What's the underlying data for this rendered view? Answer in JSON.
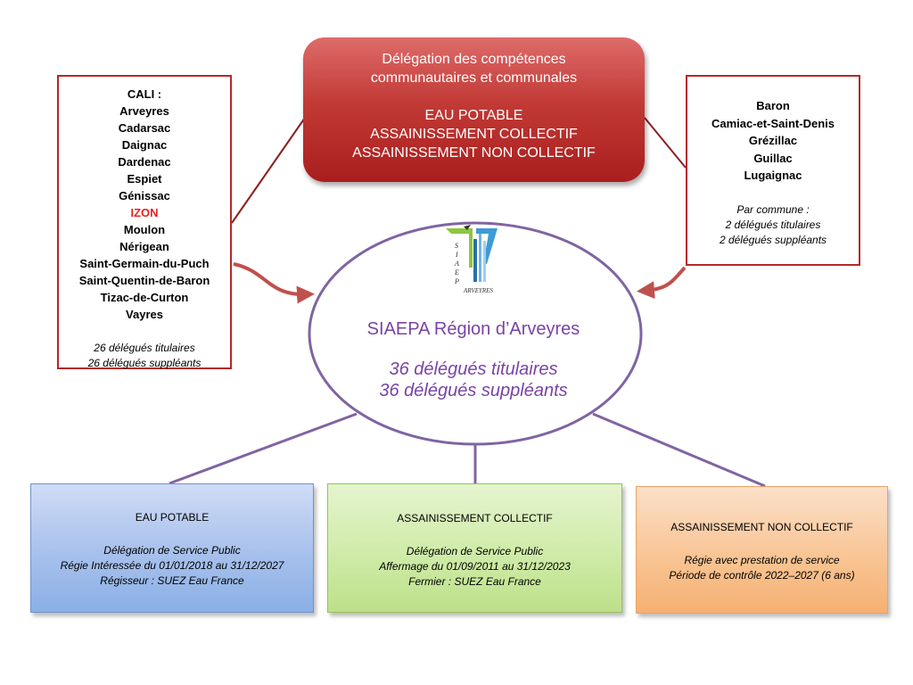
{
  "top_box": {
    "line1": "Délégation des compétences",
    "line2": "communautaires et communales",
    "competences": [
      "EAU POTABLE",
      "ASSAINISSEMENT COLLECTIF",
      "ASSAINISSEMENT NON COLLECTIF"
    ]
  },
  "left_box": {
    "heading": "CALI :",
    "communes": [
      "Arveyres",
      "Cadarsac",
      "Daignac",
      "Dardenac",
      "Espiet",
      "Génissac",
      "IZON",
      "Moulon",
      "Nérigean",
      "Saint-Germain-du-Puch",
      "Saint-Quentin-de-Baron",
      "Tizac-de-Curton",
      "Vayres"
    ],
    "highlighted": "IZON",
    "notes": [
      "26 délégués titulaires",
      "26 délégués suppléants"
    ]
  },
  "right_box": {
    "communes": [
      "Baron",
      "Camiac-et-Saint-Denis",
      "Grézillac",
      "Guillac",
      "Lugaignac"
    ],
    "notes": [
      "Par commune :",
      "2 délégués titulaires",
      "2 délégués suppléants"
    ]
  },
  "center": {
    "logo_letters": [
      "S",
      "I",
      "A",
      "E",
      "P"
    ],
    "logo_word": "ARVEYRES",
    "title": "SIAEPA Région d’Arveyres",
    "delegates": [
      "36 délégués titulaires",
      "36 délégués suppléants"
    ]
  },
  "services": [
    {
      "title": "EAU POTABLE",
      "lines": [
        "Délégation de Service Public",
        "Régie Intéressée du 01/01/2018 au 31/12/2027",
        "Régisseur : SUEZ Eau France"
      ]
    },
    {
      "title": "ASSAINISSEMENT COLLECTIF",
      "lines": [
        "Délégation de Service Public",
        "Affermage du 01/09/2011 au 31/12/2023",
        "Fermier : SUEZ Eau France"
      ]
    },
    {
      "title": "ASSAINISSEMENT NON COLLECTIF",
      "lines": [
        "Régie avec prestation de service",
        "Période de contrôle 2022–2027 (6 ans)"
      ]
    }
  ],
  "colors": {
    "red_accent": "#b3282b",
    "purple": "#7a43a4",
    "highlight": "#e8211d"
  }
}
